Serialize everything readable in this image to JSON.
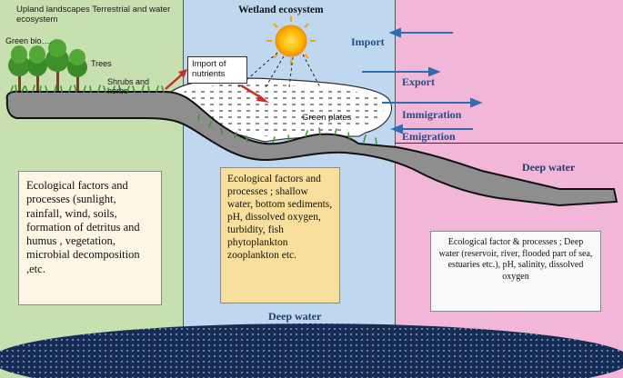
{
  "zones": {
    "upland": {
      "title": "Upland landscapes Terrestrial and water ecosystem",
      "color": "#c8dfb0"
    },
    "wetland": {
      "title": "Wetland ecosystem",
      "color": "#c0d8ef"
    },
    "deep": {
      "color": "#f2b7d8"
    }
  },
  "labels": {
    "green_bio": "Green bio….",
    "trees": "Trees",
    "shrubs_herbs": "Shrubs and herbs",
    "import_nutrients": "Import of nutrients",
    "green_plates": "Green plates",
    "deep_water_right": "Deep water",
    "deep_water_bottom": "Deep water"
  },
  "flows": {
    "import": "Import",
    "export": "Export",
    "immigration": "Immigration",
    "emigration": "Emigration",
    "arrow_color": "#2e6db4"
  },
  "boxes": {
    "upland_factors": "Ecological factors and processes (sunlight, rainfall, wind, soils, formation of detritus and humus , vegetation, microbial decomposition ,etc.",
    "wetland_factors": "Ecological factors and processes ; shallow water, bottom sediments, pH, dissolved oxygen, turbidity, fish phytoplankton zooplankton etc.",
    "deep_factors": "Ecological factor & processes ; Deep water (reservoir, river, flooded part of sea, estuaries etc.), pH, salinity, dissolved oxygen"
  },
  "icons": [
    "sun-icon",
    "tree-icon",
    "arrow-icon"
  ]
}
